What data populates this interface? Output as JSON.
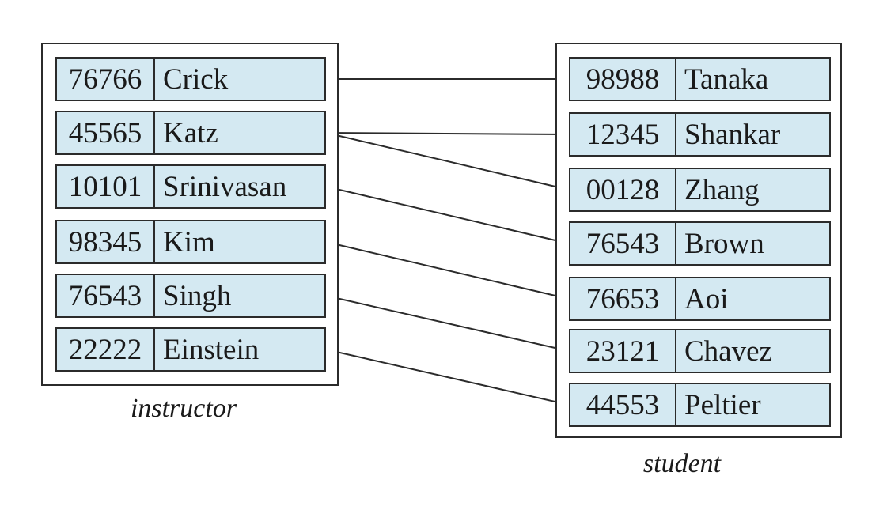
{
  "instructor": {
    "caption": "instructor",
    "rows": [
      {
        "id": "76766",
        "name": "Crick"
      },
      {
        "id": "45565",
        "name": "Katz"
      },
      {
        "id": "10101",
        "name": "Srinivasan"
      },
      {
        "id": "98345",
        "name": "Kim"
      },
      {
        "id": "76543",
        "name": "Singh"
      },
      {
        "id": "22222",
        "name": "Einstein"
      }
    ]
  },
  "student": {
    "caption": "student",
    "rows": [
      {
        "id": "98988",
        "name": "Tanaka"
      },
      {
        "id": "12345",
        "name": "Shankar"
      },
      {
        "id": "00128",
        "name": "Zhang"
      },
      {
        "id": "76543",
        "name": "Brown"
      },
      {
        "id": "76653",
        "name": "Aoi"
      },
      {
        "id": "23121",
        "name": "Chavez"
      },
      {
        "id": "44553",
        "name": "Peltier"
      }
    ]
  },
  "links": [
    {
      "from": "76766",
      "to": "98988"
    },
    {
      "from": "45565",
      "to": "12345"
    },
    {
      "from": "45565",
      "to": "00128"
    },
    {
      "from": "10101",
      "to": "76543"
    },
    {
      "from": "98345",
      "to": "76653"
    },
    {
      "from": "76543",
      "to": "23121"
    },
    {
      "from": "22222",
      "to": "44553"
    }
  ],
  "colors": {
    "cell_fill": "#d4e9f2",
    "stroke": "#2b2b2b"
  }
}
